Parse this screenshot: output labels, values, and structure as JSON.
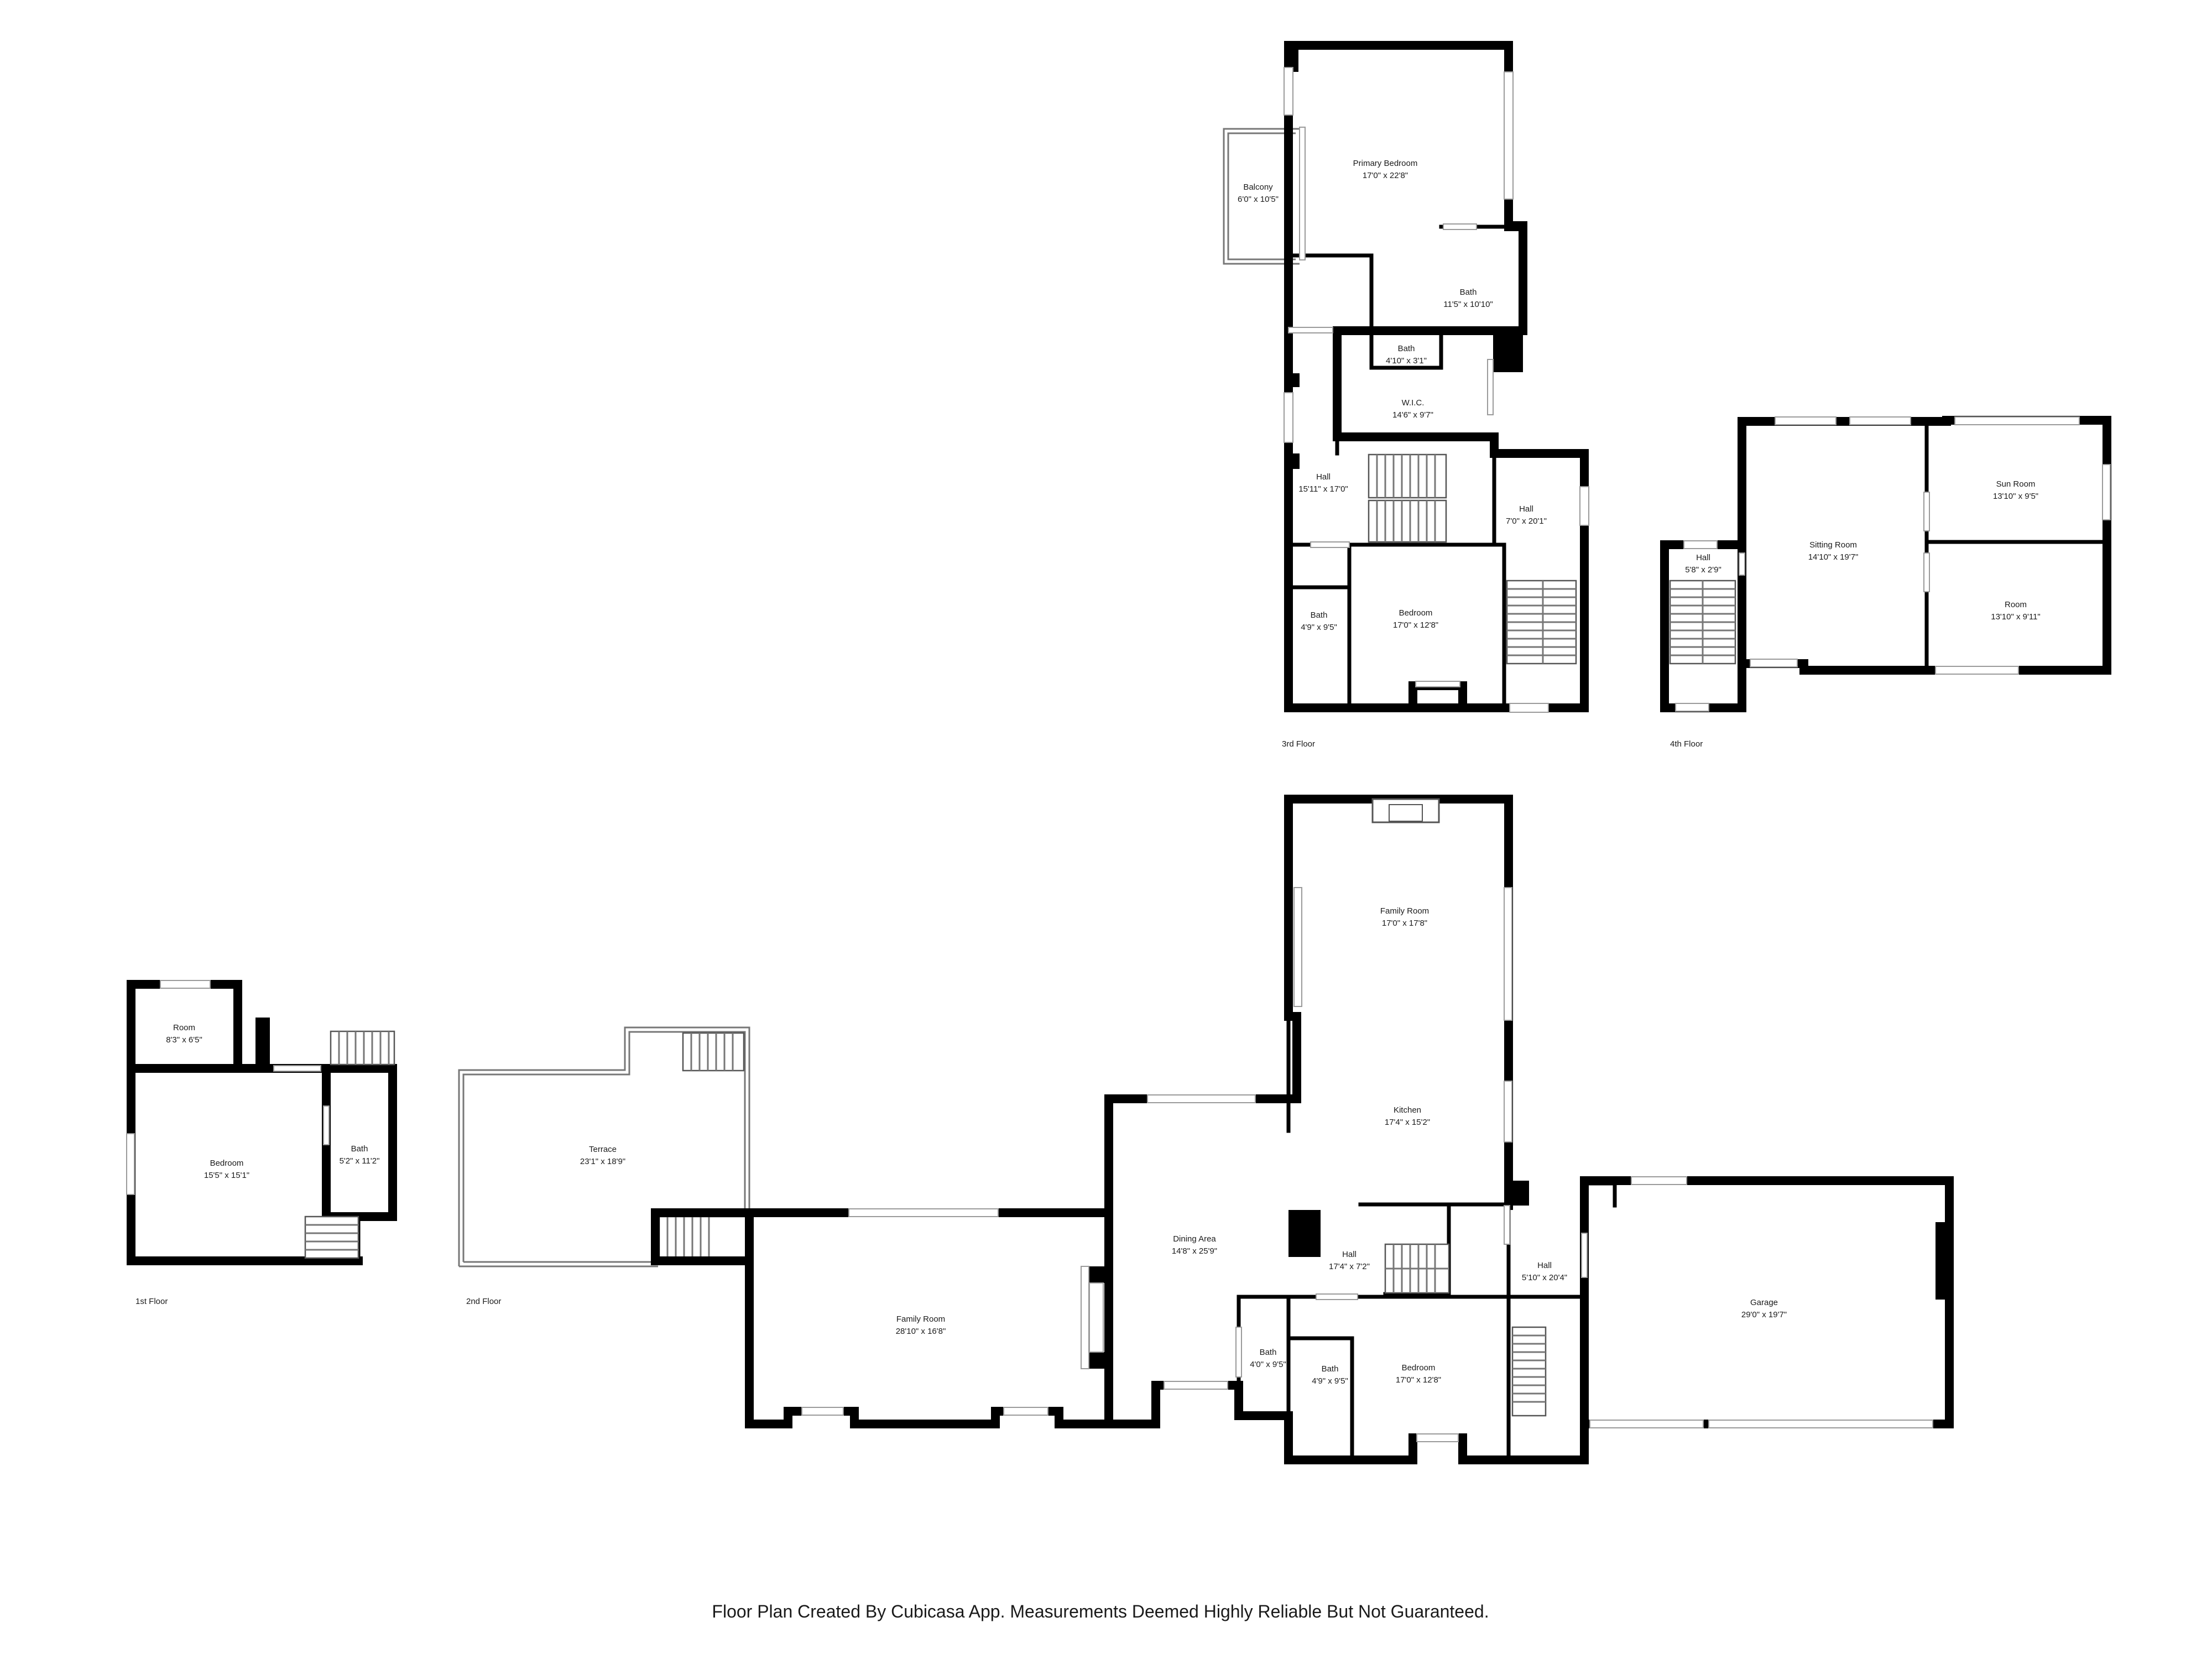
{
  "rooms": {
    "f3_primary_bedroom": {
      "name": "Primary Bedroom",
      "dims": "17'0\" x 22'8\""
    },
    "f3_balcony": {
      "name": "Balcony",
      "dims": "6'0\" x 10'5\""
    },
    "f3_bath_large": {
      "name": "Bath",
      "dims": "11'5\" x 10'10\""
    },
    "f3_bath_small": {
      "name": "Bath",
      "dims": "4'10\" x 3'1\""
    },
    "f3_wic": {
      "name": "W.I.C.",
      "dims": "14'6\" x 9'7\""
    },
    "f3_hall_left": {
      "name": "Hall",
      "dims": "15'11\" x 17'0\""
    },
    "f3_hall_right": {
      "name": "Hall",
      "dims": "7'0\" x 20'1\""
    },
    "f3_bath_lower": {
      "name": "Bath",
      "dims": "4'9\" x 9'5\""
    },
    "f3_bedroom": {
      "name": "Bedroom",
      "dims": "17'0\" x 12'8\""
    },
    "f4_hall": {
      "name": "Hall",
      "dims": "5'8\" x 2'9\""
    },
    "f4_sitting_room": {
      "name": "Sitting Room",
      "dims": "14'10\" x 19'7\""
    },
    "f4_sun_room": {
      "name": "Sun Room",
      "dims": "13'10\" x 9'5\""
    },
    "f4_room": {
      "name": "Room",
      "dims": "13'10\" x 9'11\""
    },
    "f1_room": {
      "name": "Room",
      "dims": "8'3\" x 6'5\""
    },
    "f1_bedroom": {
      "name": "Bedroom",
      "dims": "15'5\" x 15'1\""
    },
    "f1_bath": {
      "name": "Bath",
      "dims": "5'2\" x 11'2\""
    },
    "f2_terrace": {
      "name": "Terrace",
      "dims": "23'1\" x 18'9\""
    },
    "f2_family_room_top": {
      "name": "Family Room",
      "dims": "17'0\" x 17'8\""
    },
    "f2_kitchen": {
      "name": "Kitchen",
      "dims": "17'4\" x 15'2\""
    },
    "f2_dining_area": {
      "name": "Dining Area",
      "dims": "14'8\" x 25'9\""
    },
    "f2_hall_center": {
      "name": "Hall",
      "dims": "17'4\" x 7'2\""
    },
    "f2_family_room_bottom": {
      "name": "Family Room",
      "dims": "28'10\" x 16'8\""
    },
    "f2_bath_a": {
      "name": "Bath",
      "dims": "4'0\" x 9'5\""
    },
    "f2_bath_b": {
      "name": "Bath",
      "dims": "4'9\" x 9'5\""
    },
    "f2_bedroom": {
      "name": "Bedroom",
      "dims": "17'0\" x 12'8\""
    },
    "f2_hall_right": {
      "name": "Hall",
      "dims": "5'10\" x 20'4\""
    },
    "f2_garage": {
      "name": "Garage",
      "dims": "29'0\" x 19'7\""
    }
  },
  "floor_labels": {
    "first": "1st Floor",
    "second": "2nd Floor",
    "third": "3rd Floor",
    "fourth": "4th Floor"
  },
  "footer": "Floor Plan Created By Cubicasa App. Measurements Deemed Highly Reliable But Not Guaranteed."
}
